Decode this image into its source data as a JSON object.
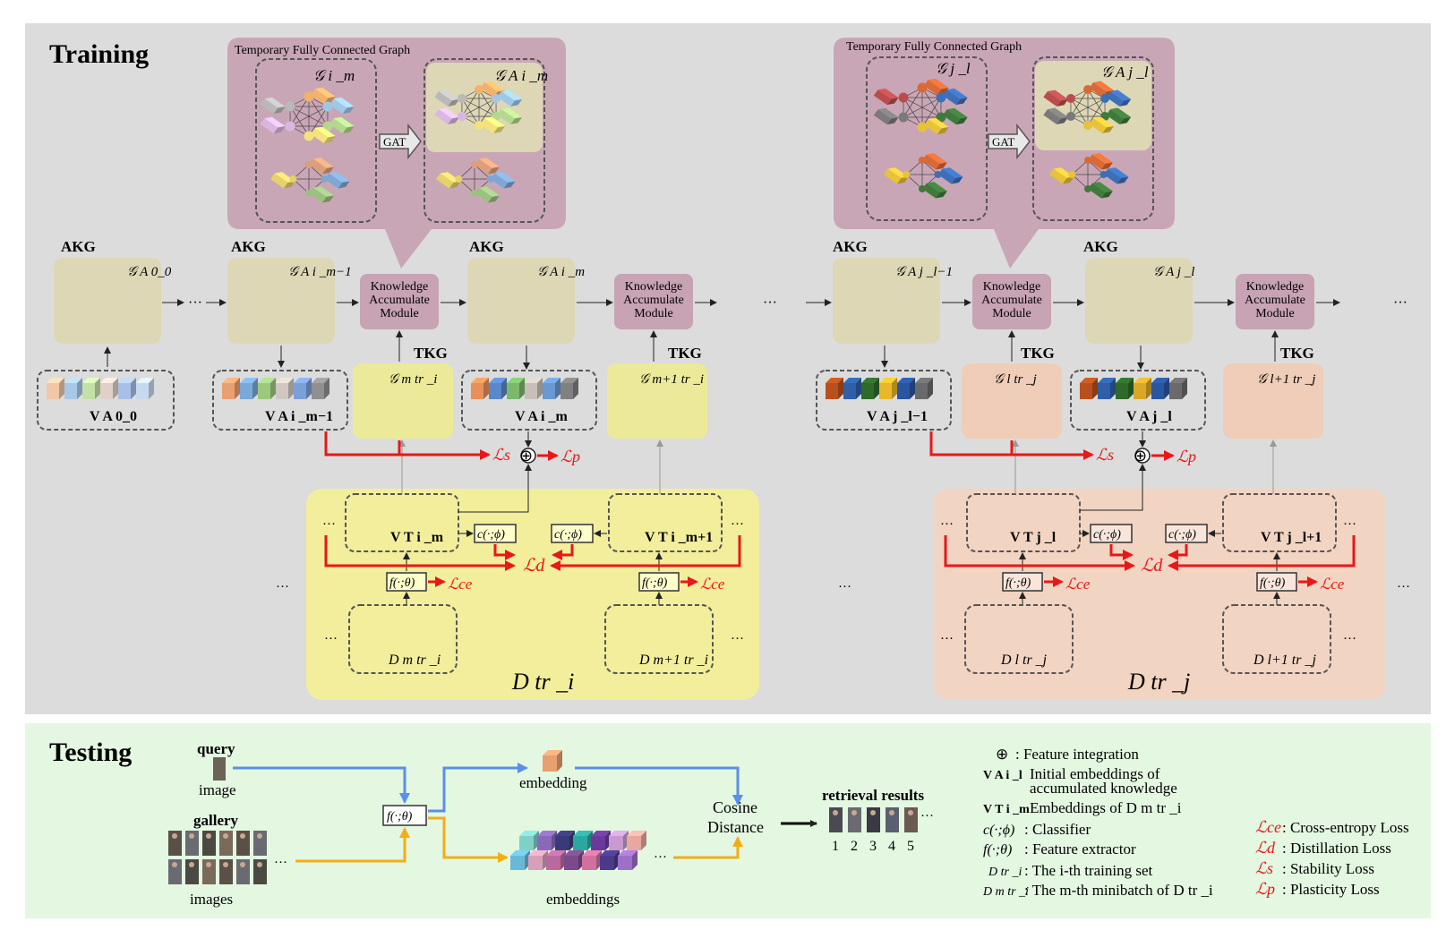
{
  "training": {
    "title": "Training",
    "tfcg_title": "Temporary Fully Connected Graph",
    "gat": "GAT",
    "akg": "AKG",
    "tkg": "TKG",
    "kam_line1": "Knowledge",
    "kam_line2": "Accumulate",
    "kam_line3": "Module",
    "ellipsis": "···",
    "g_i_m": "𝒢 i _m",
    "g_i_m_A": "𝒢 A i _m",
    "g_j_l": "𝒢 j _l",
    "g_j_l_A": "𝒢 A j _l",
    "g_0_0": "𝒢 A 0_0",
    "g_i_m1": "𝒢 A i _m−1",
    "g_j_l1": "𝒢 A j _l−1",
    "v_0_0": "V A 0_0",
    "v_i_m1": "V A i _m−1",
    "v_i_m": "V A i _m",
    "v_j_l1": "V A j _l−1",
    "v_j_l": "V A j _l",
    "g_tr_i_m": "𝒢 m tr _i",
    "g_tr_i_m1": "𝒢 m+1 tr _i",
    "g_tr_j_l": "𝒢 l tr _j",
    "g_tr_j_l1": "𝒢 l+1 tr _j",
    "vt_i_m": "V T i _m",
    "vt_i_m1": "V T i _m+1",
    "vt_j_l": "V T j _l",
    "vt_j_l1": "V T j _l+1",
    "classifier": "c(·;ϕ)",
    "extractor": "f(·;θ)",
    "loss_s": "ℒs",
    "loss_p": "ℒp",
    "loss_d": "ℒd",
    "loss_ce": "ℒce",
    "d_tr_i_m": "D m tr _i",
    "d_tr_i_m1": "D m+1 tr _i",
    "d_tr_j_l": "D l tr _j",
    "d_tr_j_l1": "D l+1 tr _j",
    "d_tr_i": "D tr _i",
    "d_tr_j": "D tr _j",
    "oplus": "⊕"
  },
  "testing": {
    "title": "Testing",
    "query": "query",
    "image": "image",
    "gallery": "gallery",
    "images": "images",
    "embedding": "embedding",
    "embeddings": "embeddings",
    "extractor": "f(·;θ)",
    "cosine1": "Cosine",
    "cosine2": "Distance",
    "retrieval": "retrieval results",
    "ranks": [
      "1",
      "2",
      "3",
      "4",
      "5"
    ],
    "ellipsis": "···"
  },
  "legend": {
    "left": [
      {
        "sym": "⊕",
        "desc": ": Feature integration"
      },
      {
        "sym": "V A i _l",
        "desc": "Initial embeddings of",
        "desc2": "accumulated knowledge"
      },
      {
        "sym": "V T i _m",
        "desc": "Embeddings of D m tr _i"
      },
      {
        "sym": "c(·;ϕ)",
        "desc": ": Classifier"
      },
      {
        "sym": "f(·;θ)",
        "desc": ": Feature extractor"
      },
      {
        "sym": "D tr _i",
        "desc": ": The i-th training set"
      },
      {
        "sym": "D m tr _i",
        "desc": ": The m-th minibatch of D tr _i"
      }
    ],
    "right": [
      {
        "sym": "ℒce",
        "desc": ": Cross-entropy Loss"
      },
      {
        "sym": "ℒd",
        "desc": ": Distillation Loss"
      },
      {
        "sym": "ℒs",
        "desc": ": Stability Loss"
      },
      {
        "sym": "ℒp",
        "desc": ": Plasticity Loss"
      }
    ]
  },
  "colors": {
    "training_bg": "#dcdcdc",
    "testing_bg": "#e3f7e1",
    "tfcg_bg": "#c9a6b6",
    "kam_bg": "#c7a3b4",
    "akg_bg": "#ddd7b6",
    "tkg_yellow": "#ecea98",
    "tkg_peach": "#efcdb8",
    "dtr_yellow": "#f2ee9c",
    "dtr_peach": "#f2d4c2",
    "loss_red": "#e81818",
    "arrow_blue": "#5b8fe8",
    "arrow_orange": "#f2ae16"
  }
}
